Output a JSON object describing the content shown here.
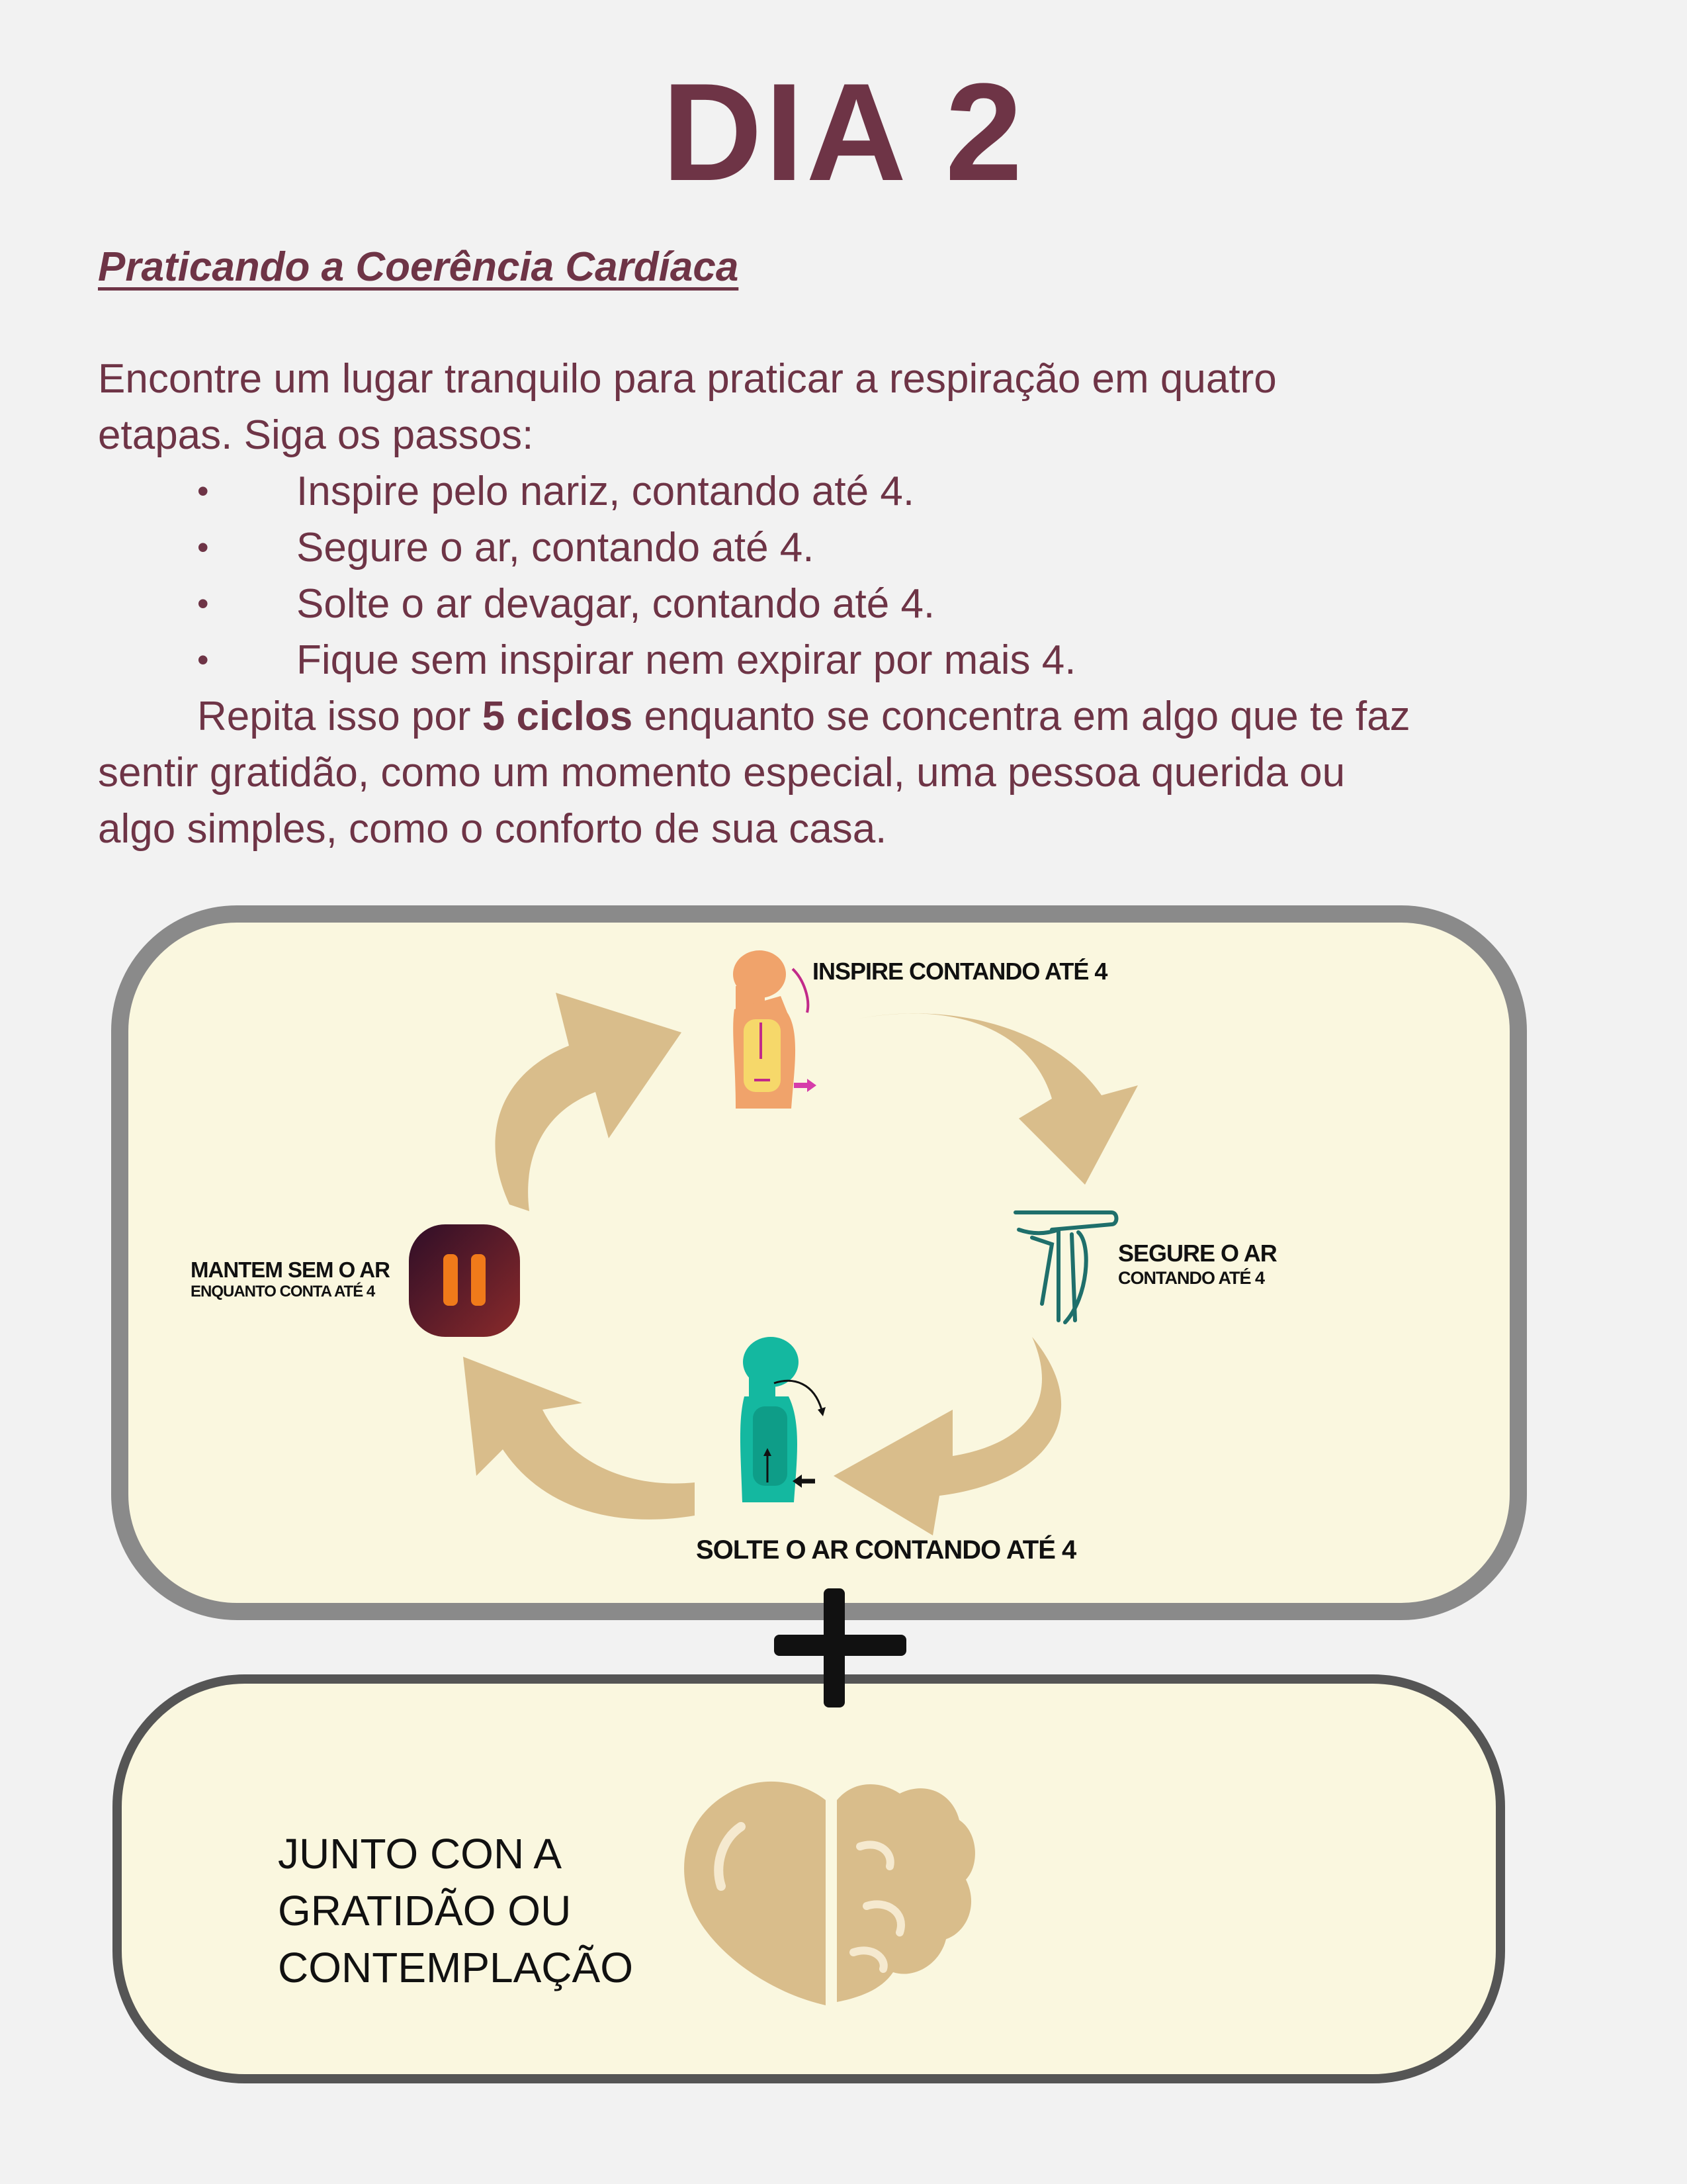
{
  "title": "DIA 2",
  "subtitle": "Praticando a Coerência Cardíaca",
  "intro_line1": "Encontre um lugar tranquilo para praticar a respiração em quatro",
  "intro_line2": "etapas. Siga os passos:",
  "bullet": "•",
  "steps": [
    "Inspire pelo nariz, contando até 4.",
    "Segure o ar, contando até 4.",
    "Solte o ar devagar, contando até 4.",
    "Fique sem inspirar nem expirar por mais 4."
  ],
  "repeat": {
    "before": "Repita isso por ",
    "bold": "5 ciclos",
    "after": " enquanto se concentra em algo que te faz",
    "line2": "sentir gratidão, como um momento especial, uma pessoa querida ou",
    "line3": "algo simples, como o conforto de sua casa."
  },
  "cycle": {
    "inspire": "INSPIRE CONTANDO ATÉ 4",
    "segure": "SEGURE  O AR",
    "segure_sub": "CONTANDO ATÉ 4",
    "solte": "SOLTE O AR CONTANDO ATÉ 4",
    "mantem": "MANTEM SEM O AR",
    "mantem_sub": "ENQUANTO CONTA ATÉ 4"
  },
  "gratitude": {
    "line1": "JUNTO CON A",
    "line2": "GRATIDÃO OU",
    "line3": "CONTEMPLAÇÃO"
  },
  "colors": {
    "text": "#6e3446",
    "panel": "#faf7df",
    "arrow": "#d9bd8b",
    "orange_figure": "#f0a36b",
    "teal_figure": "#14b8a0",
    "pause_dark": "#4a1632",
    "pause_orange": "#f07a1a"
  },
  "icons": [
    "inhale-figure-icon",
    "hand-stop-icon",
    "exhale-figure-icon",
    "pause-icon",
    "heart-brain-icon",
    "plus-icon"
  ]
}
